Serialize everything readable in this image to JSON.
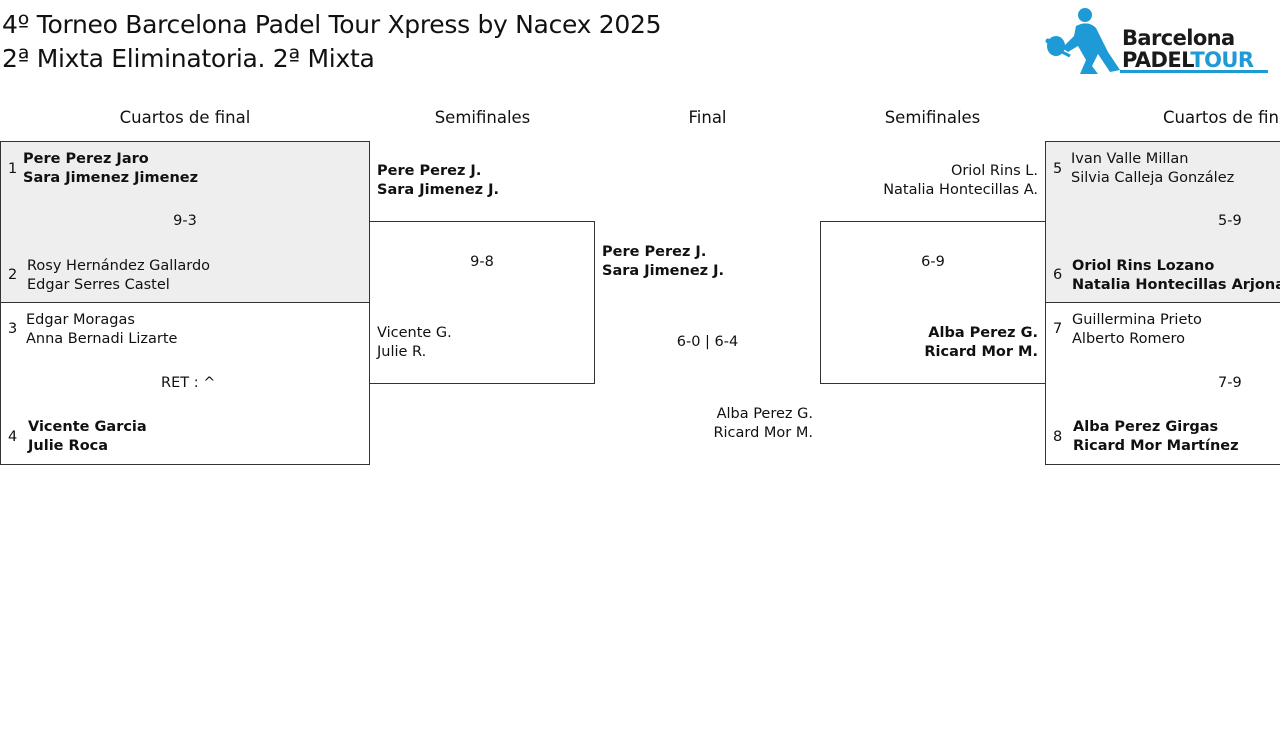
{
  "header": {
    "title_line1": "4º Torneo Barcelona Padel Tour Xpress by Nacex 2025",
    "title_line2": "2ª Mixta Eliminatoria. 2ª Mixta"
  },
  "logo": {
    "word1": "Barcelona",
    "word2a": "PADEL",
    "word2b": "TOUR",
    "icon": "padel-player-icon",
    "brand_color": "#1e9ad6"
  },
  "rounds": {
    "left_quarters": "Cuartos de final",
    "left_semis": "Semifinales",
    "final": "Final",
    "right_semis": "Semifinales",
    "right_quarters": "Cuartos de final"
  },
  "left_quarters": {
    "m1": {
      "seed_a": "1",
      "a1": "Pere Perez Jaro",
      "a2": "Sara Jimenez Jimenez",
      "score": "9-3",
      "seed_b": "2",
      "b1": "Rosy Hernández Gallardo",
      "b2": "Edgar Serres Castel"
    },
    "m2": {
      "seed_a": "3",
      "a1": "Edgar Moragas",
      "a2": "Anna Bernadi Lizarte",
      "score": "RET : ^",
      "seed_b": "4",
      "b1": "Vicente Garcia",
      "b2": "Julie Roca"
    }
  },
  "left_semi": {
    "a1": "Pere Perez J.",
    "a2": "Sara Jimenez J.",
    "score": "9-8",
    "b1": "Vicente G.",
    "b2": "Julie R."
  },
  "final": {
    "a1": "Pere Perez J.",
    "a2": "Sara Jimenez J.",
    "score": "6-0 | 6-4",
    "b1": "Alba Perez G.",
    "b2": "Ricard Mor M."
  },
  "right_semi": {
    "a1": "Oriol Rins L.",
    "a2": "Natalia Hontecillas A.",
    "score": "6-9",
    "b1": "Alba Perez G.",
    "b2": "Ricard Mor M."
  },
  "right_quarters": {
    "m1": {
      "seed_a": "5",
      "a1": "Ivan Valle Millan",
      "a2": "Silvia Calleja González",
      "score": "5-9",
      "seed_b": "6",
      "b1": "Oriol Rins Lozano",
      "b2": "Natalia Hontecillas Arjona"
    },
    "m2": {
      "seed_a": "7",
      "a1": "Guillermina Prieto",
      "a2": "Alberto Romero",
      "score": "7-9",
      "seed_b": "8",
      "b1": "Alba Perez Girgas",
      "b2": "Ricard Mor Martínez"
    }
  }
}
